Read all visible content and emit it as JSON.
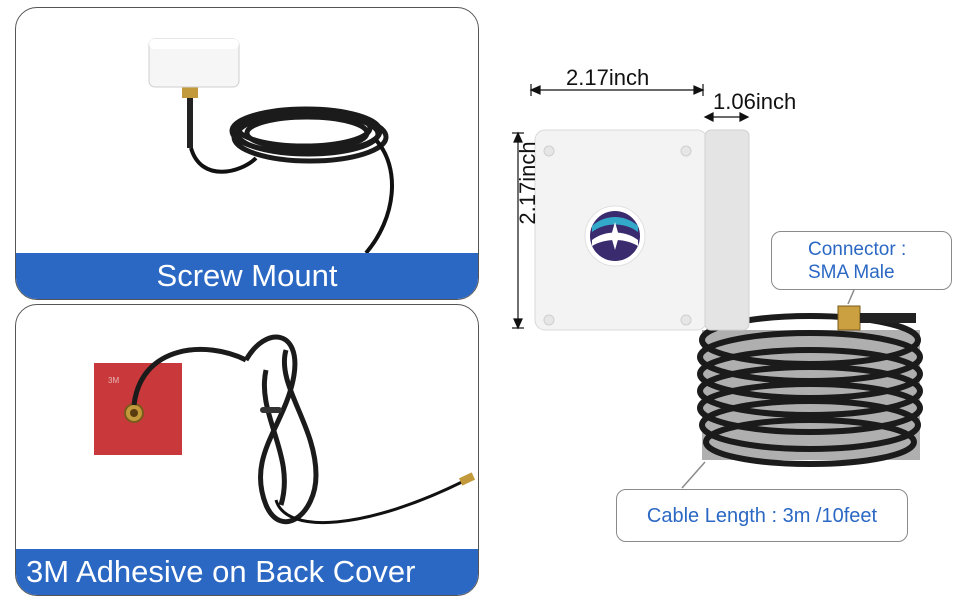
{
  "panels": {
    "screw_mount": {
      "label": "Screw Mount"
    },
    "adhesive": {
      "label": "3M Adhesive on Back Cover",
      "pad_print": "3M"
    }
  },
  "dimensions": {
    "width": "2.17inch",
    "depth": "1.06inch",
    "height": "2.17inch"
  },
  "callouts": {
    "connector_line1": "Connector :",
    "connector_line2": "SMA Male",
    "cable_length": "Cable Length : 3m /10feet"
  },
  "colors": {
    "banner_blue": "#2b68c4",
    "callout_text": "#2b68c4",
    "adhesive_red": "#c9383a"
  }
}
